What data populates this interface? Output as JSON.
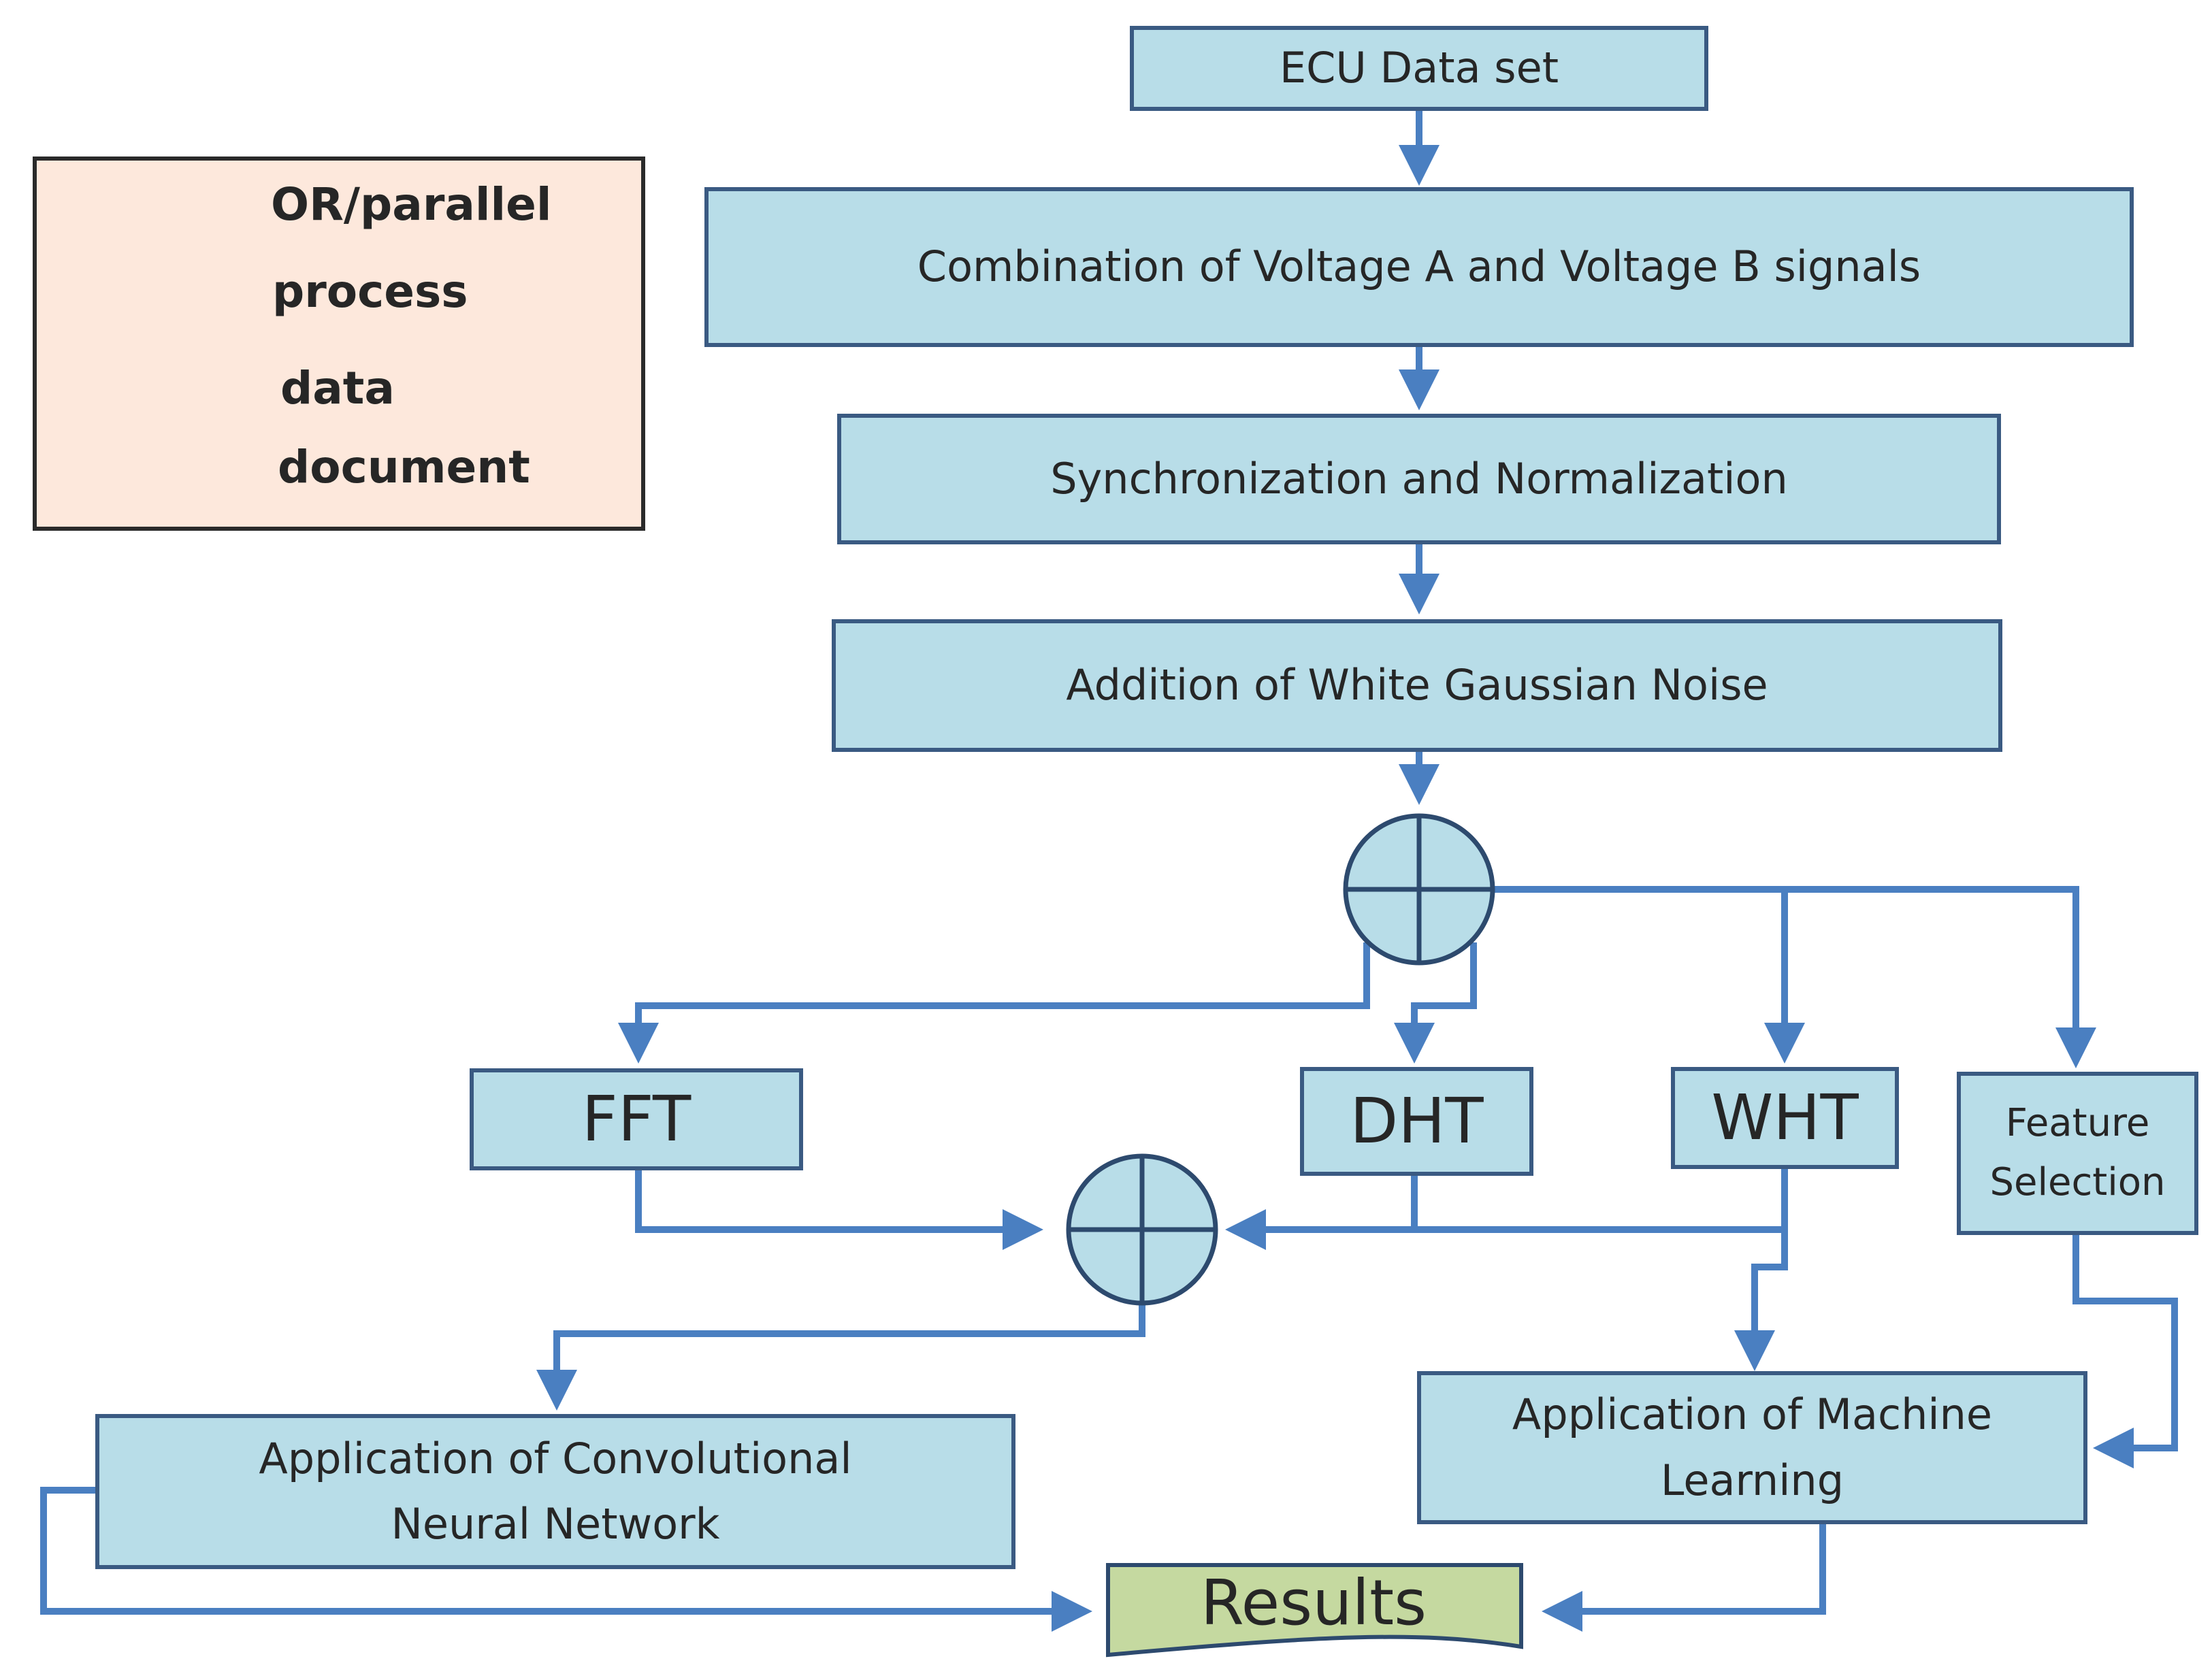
{
  "legend": {
    "or_parallel": "OR/parallel",
    "process": "process",
    "data": "data",
    "document": "document"
  },
  "nodes": {
    "ecu_dataset": "ECU Data set",
    "combination": "Combination of Voltage A and Voltage B signals",
    "sync_norm": "Synchronization and Normalization",
    "awgn": "Addition of White Gaussian Noise",
    "fft": "FFT",
    "dht": "DHT",
    "wht": "WHT",
    "feature_selection_line1": "Feature",
    "feature_selection_line2": "Selection",
    "cnn_line1": "Application of  Convolutional",
    "cnn_line2": "Neural Network",
    "ml_line1": "Application of  Machine",
    "ml_line2": "Learning",
    "results": "Results"
  },
  "colors": {
    "box_fill": "#b8dde8",
    "box_border": "#3a5a82",
    "arrow": "#4a7fc1",
    "legend_bg": "#fde8dc",
    "results_fill": "#c5d9a0"
  }
}
